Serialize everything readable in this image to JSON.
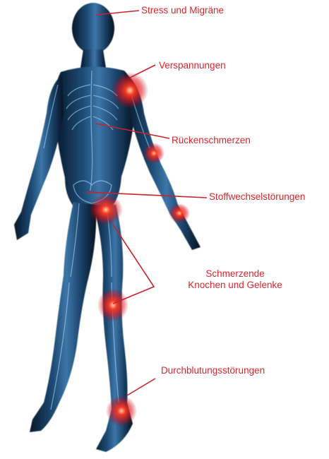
{
  "colors": {
    "label": "#d7262d",
    "leader_line": "#c8232b",
    "body_dark": "#0e2a44",
    "body_light": "#4a86b8",
    "highlight": "#ff2a1a"
  },
  "labels": {
    "stress": "Stress und Migräne",
    "verspannungen": "Verspannungen",
    "ruecken": "Rückenschmerzen",
    "stoffwechsel": "Stoffwechselstörungen",
    "schmerz_line1": "Schmerzende",
    "schmerz_line2": "Knochen und Gelenke",
    "durchblutung": "Durchblutungsstörungen"
  }
}
